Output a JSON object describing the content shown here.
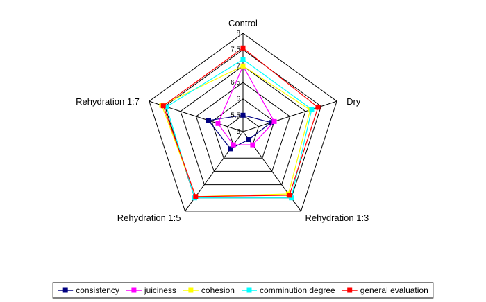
{
  "chart_data": {
    "type": "radar",
    "title": "",
    "axes": [
      "Control",
      "Dry",
      "Rehydration 1:3",
      "Rehydration 1:5",
      "Rehydration 1:7"
    ],
    "rlim": [
      5,
      8
    ],
    "ticks": [
      5,
      5.5,
      6,
      6.5,
      7,
      7.5,
      8
    ],
    "tick_labels": [
      "5",
      "5,5",
      "6",
      "6,5",
      "7",
      "7,5",
      "8"
    ],
    "grid": true,
    "legend_position": "bottom",
    "series": [
      {
        "name": "consistency",
        "color": "#000080",
        "values": [
          5.5,
          5.9,
          5.3,
          5.65,
          6.1
        ]
      },
      {
        "name": "juiciness",
        "color": "#ff00ff",
        "values": [
          7.0,
          6.0,
          5.5,
          5.5,
          5.8
        ]
      },
      {
        "name": "cohesion",
        "color": "#ffff00",
        "values": [
          7.0,
          7.15,
          7.35,
          7.45,
          7.6
        ]
      },
      {
        "name": "comminution degree",
        "color": "#00ffff",
        "values": [
          7.2,
          7.2,
          7.5,
          7.5,
          7.45
        ]
      },
      {
        "name": "general evaluation",
        "color": "#ff0000",
        "values": [
          7.55,
          7.4,
          7.4,
          7.45,
          7.55
        ]
      }
    ]
  }
}
